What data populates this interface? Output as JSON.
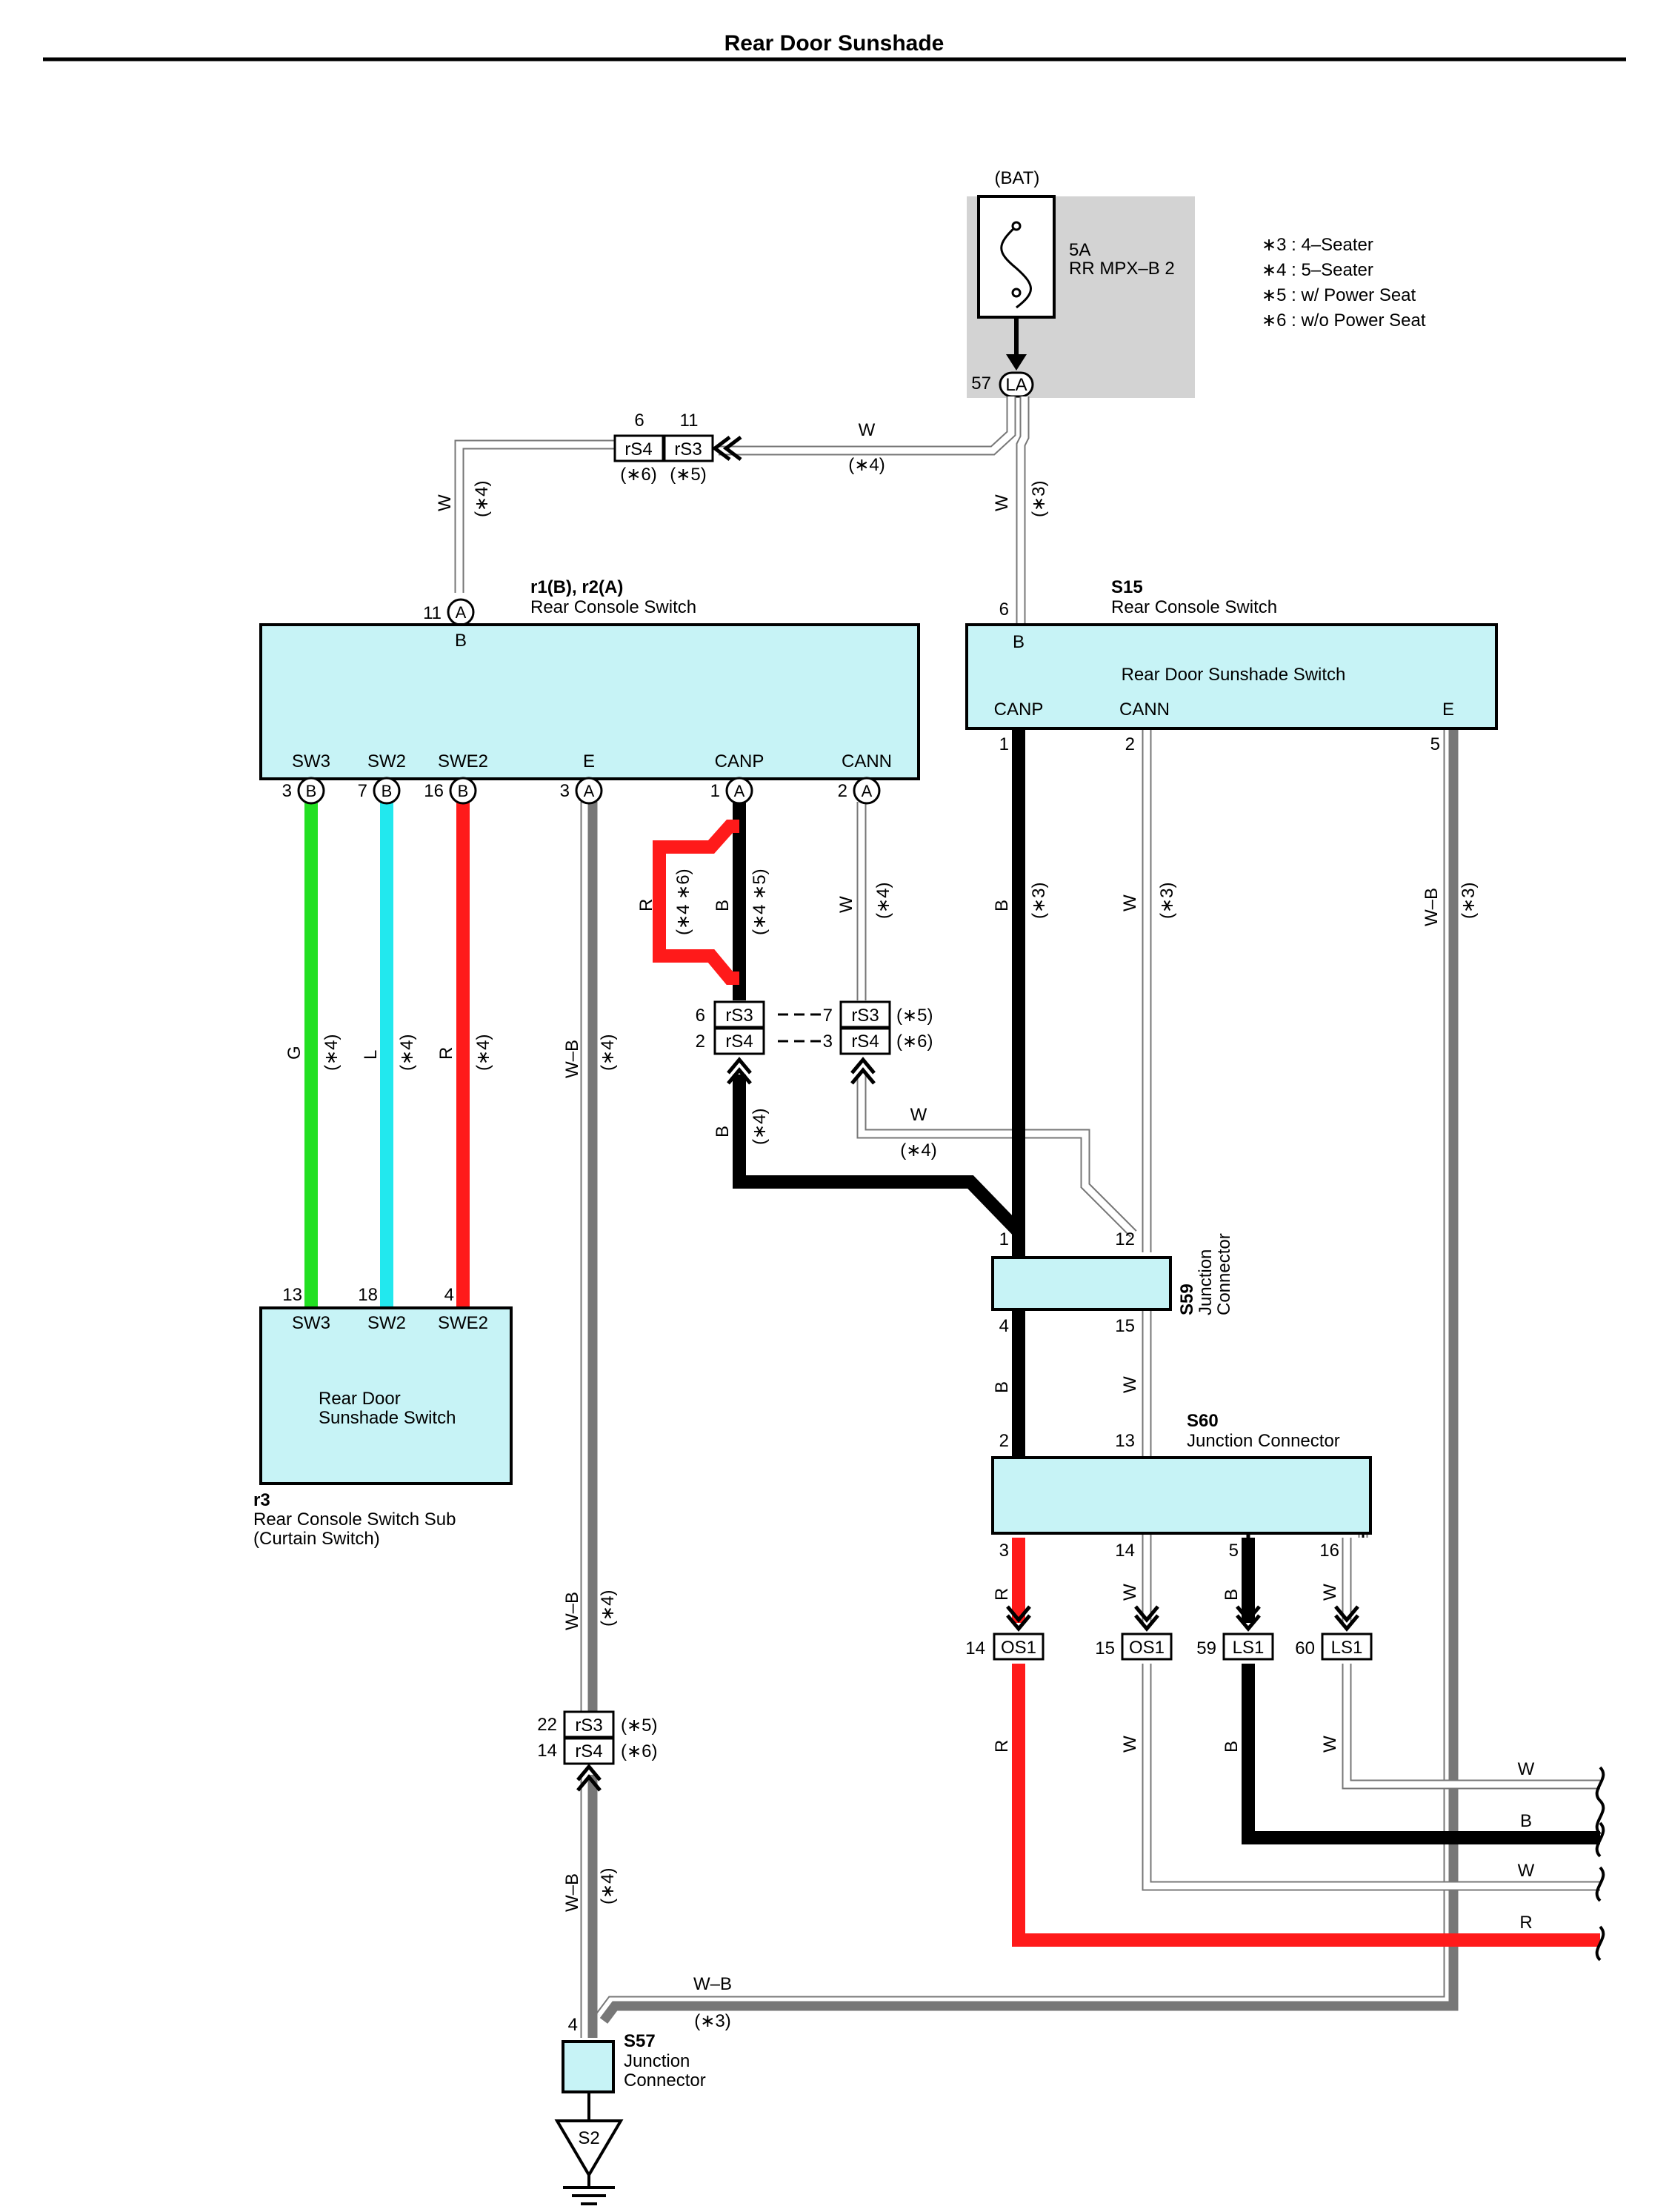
{
  "title": "Rear Door Sunshade",
  "legend": [
    "∗3 : 4–Seater",
    "∗4 : 5–Seater",
    "∗5 : w/ Power Seat",
    "∗6 : w/o Power Seat"
  ],
  "fuse": {
    "source": "(BAT)",
    "rating": "5A",
    "name": "RR MPX–B 2",
    "pin": "57",
    "conn": "LA"
  },
  "components": {
    "r1r2": {
      "id": "r1(B), r2(A)",
      "name": "Rear Console Switch",
      "pin_top": "11",
      "conn_top": "A",
      "label_b": "B",
      "pins": [
        {
          "num": "3",
          "conn": "B",
          "label": "SW3"
        },
        {
          "num": "7",
          "conn": "B",
          "label": "SW2"
        },
        {
          "num": "16",
          "conn": "B",
          "label": "SWE2"
        },
        {
          "num": "3",
          "conn": "A",
          "label": "E"
        },
        {
          "num": "1",
          "conn": "A",
          "label": "CANP"
        },
        {
          "num": "2",
          "conn": "A",
          "label": "CANN"
        }
      ]
    },
    "s15": {
      "id": "S15",
      "name": "Rear Console Switch",
      "inner": "Rear Door Sunshade Switch",
      "pin_top": "6",
      "label_b": "B",
      "pins": [
        {
          "num": "1",
          "label": "CANP"
        },
        {
          "num": "2",
          "label": "CANN"
        },
        {
          "num": "5",
          "label": "E"
        }
      ]
    },
    "r3": {
      "id": "r3",
      "name": "Rear Console Switch Sub",
      "sub": "(Curtain Switch)",
      "inner1": "Rear Door",
      "inner2": "Sunshade Switch",
      "pins": [
        {
          "num": "13",
          "label": "SW3"
        },
        {
          "num": "18",
          "label": "SW2"
        },
        {
          "num": "4",
          "label": "SWE2"
        }
      ]
    },
    "s59": {
      "id": "S59",
      "name1": "Junction",
      "name2": "Connector",
      "pins": [
        "1",
        "12",
        "4",
        "15"
      ]
    },
    "s60": {
      "id": "S60",
      "name": "Junction Connector",
      "pins": [
        "2",
        "13",
        "3",
        "14",
        "5",
        "16"
      ]
    },
    "s57": {
      "id": "S57",
      "name1": "Junction",
      "name2": "Connector",
      "pin": "4"
    },
    "ground": "S2"
  },
  "connectors": {
    "top_rs4_pin": "6",
    "top_rs3_pin": "11",
    "rs4": "rS4",
    "rs3": "rS3",
    "os1": "OS1",
    "ls1": "LS1",
    "mid_left": [
      {
        "pin": "6",
        "name": "rS3"
      },
      {
        "pin": "2",
        "name": "rS4"
      }
    ],
    "mid_right": [
      {
        "pin": "7",
        "name": "rS3",
        "note": "(∗5)"
      },
      {
        "pin": "3",
        "name": "rS4",
        "note": "(∗6)"
      }
    ],
    "low": [
      {
        "pin": "22",
        "name": "rS3",
        "note": "(∗5)"
      },
      {
        "pin": "14",
        "name": "rS4",
        "note": "(∗6)"
      }
    ],
    "bottom_row": [
      {
        "pin": "14",
        "name": "OS1"
      },
      {
        "pin": "15",
        "name": "OS1"
      },
      {
        "pin": "59",
        "name": "LS1"
      },
      {
        "pin": "60",
        "name": "LS1"
      }
    ]
  },
  "wire_labels": {
    "W": "W",
    "B": "B",
    "R": "R",
    "G": "G",
    "L": "L",
    "WB": "W–B",
    "n3": "(∗3)",
    "n4": "(∗4)",
    "n5": "(∗5)",
    "n6": "(∗6)",
    "n46": "(∗4 ∗6)",
    "n45": "(∗4 ∗5)"
  },
  "colors": {
    "white_wire": "#777777",
    "black_wire": "#000000",
    "red_wire": "#ff1a1a",
    "green_wire": "#22e022",
    "blue_wire": "#22e8ee",
    "component_fill": "#c7f3f6",
    "fuse_box": "#d3d3d3"
  }
}
